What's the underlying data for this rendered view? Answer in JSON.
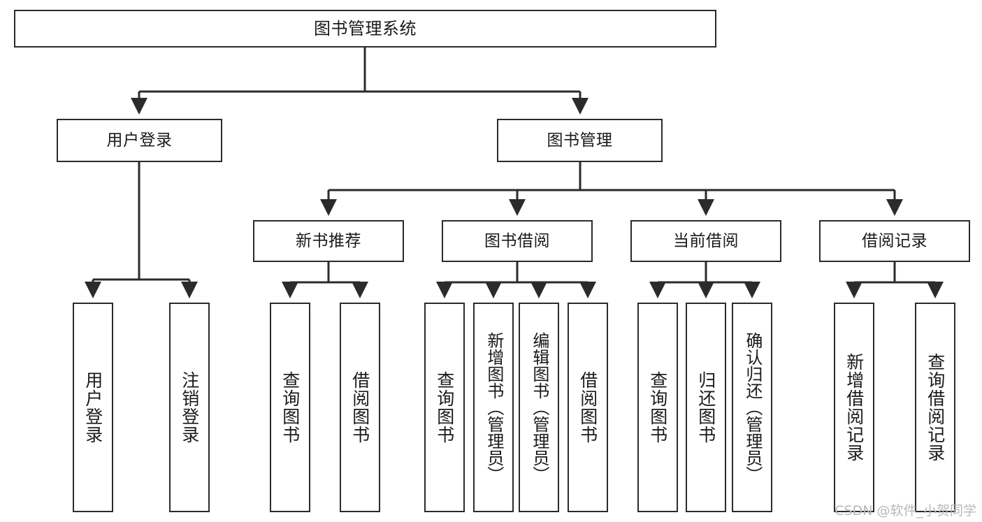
{
  "diagram": {
    "type": "tree",
    "title": "图书管理系统",
    "watermark": "CSDN @软件_小贺同学",
    "colors": {
      "border": "#2b2b2b",
      "background": "#ffffff",
      "text": "#1a1a1a",
      "connector": "#2b2b2b",
      "watermark": "#b8b8b8"
    },
    "root": {
      "label": "图书管理系统"
    },
    "level2": [
      {
        "label": "用户登录"
      },
      {
        "label": "图书管理"
      }
    ],
    "level3": [
      {
        "label": "新书推荐"
      },
      {
        "label": "图书借阅"
      },
      {
        "label": "当前借阅"
      },
      {
        "label": "借阅记录"
      }
    ],
    "leaves": {
      "user_login": [
        {
          "label": "用户登录"
        },
        {
          "label": "注销登录"
        }
      ],
      "new_book_recommend": [
        {
          "label": "查询图书"
        },
        {
          "label": "借阅图书"
        }
      ],
      "book_borrow": [
        {
          "label": "查询图书"
        },
        {
          "label": "新增图书（管理员）"
        },
        {
          "label": "编辑图书（管理员）"
        },
        {
          "label": "借阅图书"
        }
      ],
      "current_borrow": [
        {
          "label": "查询图书"
        },
        {
          "label": "归还图书"
        },
        {
          "label": "确认归还（管理员）"
        }
      ],
      "borrow_record": [
        {
          "label": "新增借阅记录"
        },
        {
          "label": "查询借阅记录"
        }
      ]
    }
  }
}
